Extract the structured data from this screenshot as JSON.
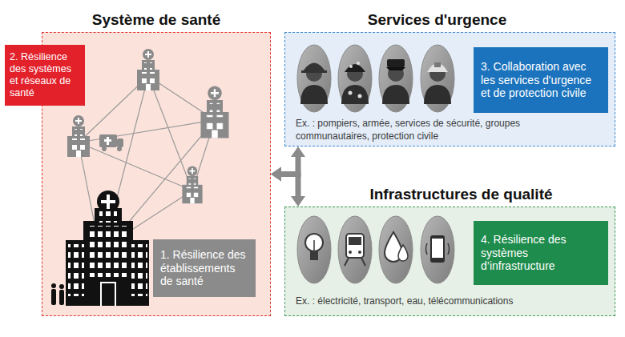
{
  "diagram": {
    "nodes": [
      {
        "text": [
          "Système de santé"
        ]
      },
      {
        "text": [
          "2. Résilience des systèmes et réseaux de santé"
        ],
        "in": 0
      },
      {
        "text": [
          "1. Résilience des établissements de santé"
        ],
        "in": 0
      },
      {
        "text": [
          "Services d'urgence",
          "Ex. : pompiers, armée, services de sécurité, groupes communautaires, protection civile"
        ]
      },
      {
        "text": [
          "3. Collaboration avec les services d'urgence et de protection civile"
        ],
        "in": 3
      },
      {
        "text": [
          "Infrastructures de qualité",
          "Ex. : électricité, transport, eau, télécommunications"
        ]
      },
      {
        "text": [
          "4. Résilience des systèmes d’infrastructure"
        ],
        "in": 5
      }
    ],
    "edges": [
      {
        "from": 0,
        "to": 3,
        "arrow": "both"
      },
      {
        "from": 0,
        "to": 5,
        "arrow": "both"
      }
    ]
  }
}
